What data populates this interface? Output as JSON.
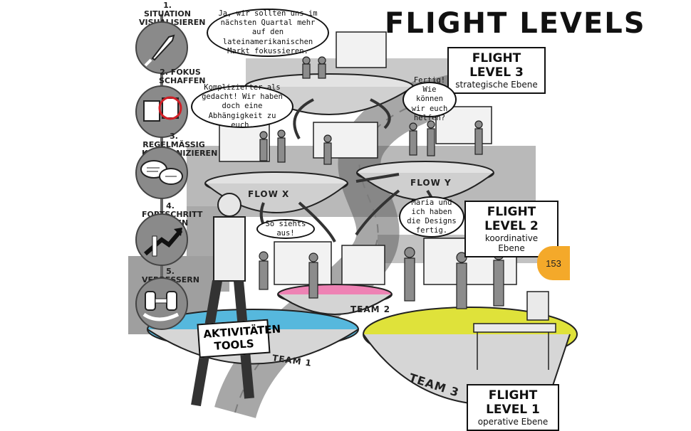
{
  "title": "FLIGHT LEVELS",
  "page_number": "153",
  "steps": [
    {
      "label": "1. SITUATION\nVISUALISIEREN",
      "icon": "rocket-icon"
    },
    {
      "label": "2. FOKUS\nSCHAFFEN",
      "icon": "documents-icon"
    },
    {
      "label": "3. REGELMÄSSIG\nKOMMUNIZIEREN",
      "icon": "speech-bubbles-icon"
    },
    {
      "label": "4. FORTSCHRITT\nMESSEN",
      "icon": "growth-arrow-icon"
    },
    {
      "label": "5. VERBESSERN",
      "icon": "dumbbell-icon"
    }
  ],
  "flight_levels": [
    {
      "title": "FLIGHT LEVEL 3",
      "subtitle": "strategische Ebene"
    },
    {
      "title": "FLIGHT LEVEL 2",
      "subtitle": "koordinative Ebene"
    },
    {
      "title": "FLIGHT LEVEL 1",
      "subtitle": "operative Ebene"
    }
  ],
  "bubbles": {
    "strategy": "Ja, wir sollten uns im nächsten Quartal mehr auf den lateinamerikanischen Markt fokussieren.",
    "complicated": "Komplizierter als gedacht! Wir haben doch eine Abhängigkeit zu euch.",
    "done": "Fertig! Wie können wir euch helfen?",
    "maria": "Maria und ich haben die Designs fertig.",
    "looks": "So siehts aus!"
  },
  "platforms": {
    "flow_x": "FLOW X",
    "flow_y": "FLOW Y",
    "team1": "TEAM 1",
    "team2": "TEAM 2",
    "team3": "TEAM 3"
  },
  "sign": "AKTIVITÄTEN\nTOOLS",
  "colors": {
    "team1": "#56b8dd",
    "team2": "#ee82b4",
    "team3": "#dfe23a",
    "page_tab": "#f4a92a",
    "step_circle": "#8a8a8a",
    "background_gray": "#b5b5b5"
  }
}
